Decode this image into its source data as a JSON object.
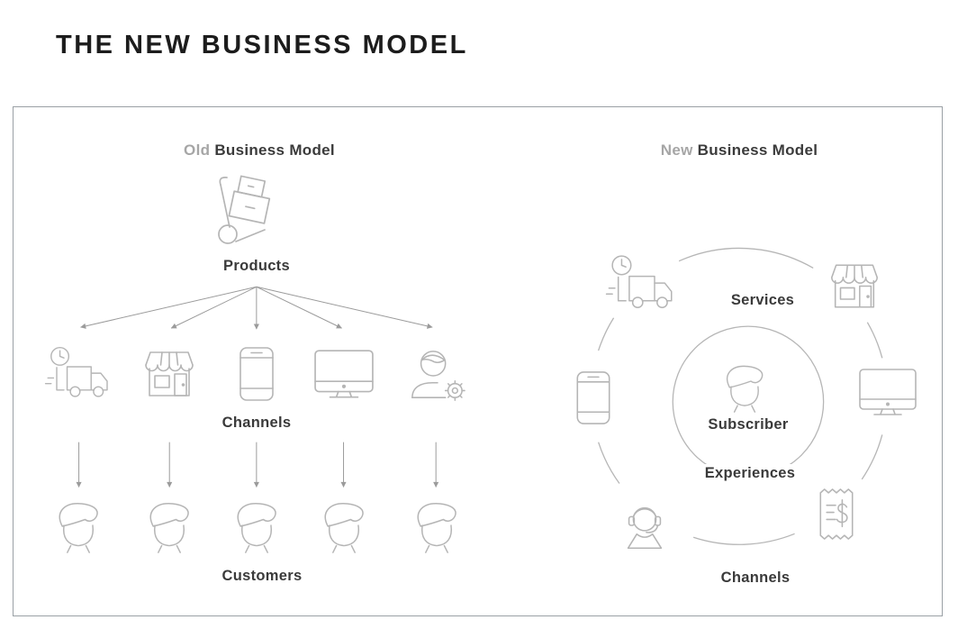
{
  "title": "THE NEW BUSINESS MODEL",
  "old_model": {
    "heading_muted": "Old",
    "heading_bold": "Business Model",
    "products_label": "Products",
    "channels_label": "Channels",
    "customers_label": "Customers",
    "channel_icons": [
      "fast-delivery-truck",
      "storefront",
      "smartphone",
      "desktop-monitor",
      "service-agent-gear"
    ],
    "customer_count": 5
  },
  "new_model": {
    "heading_muted": "New",
    "heading_bold": "Business Model",
    "services_label": "Services",
    "subscriber_label": "Subscriber",
    "experiences_label": "Experiences",
    "channels_label": "Channels",
    "center_icon": "subscriber-head",
    "orbit_icons": [
      "fast-delivery-truck",
      "storefront",
      "smartphone",
      "desktop-monitor",
      "support-headset-agent",
      "receipt-dollar"
    ]
  },
  "colors": {
    "icon_stroke": "#b5b5b5",
    "arrow": "#9b9b9b",
    "text_dark": "#3a3a3a",
    "text_muted": "#a6a6a6",
    "panel_border": "#9aa0a5",
    "title_color": "#1c1c1c"
  }
}
